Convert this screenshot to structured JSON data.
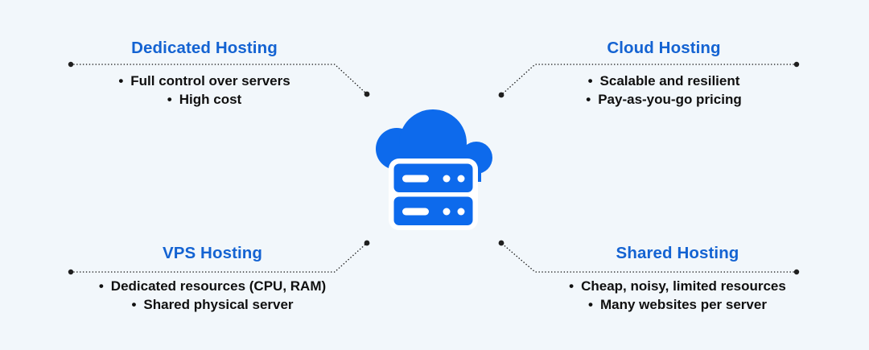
{
  "colors": {
    "background": "#f2f7fb",
    "accent": "#1463d2",
    "icon_blue": "#0d6aec",
    "text": "#101010",
    "connector": "#1f1f1f"
  },
  "center_icon": "cloud-server-icon",
  "quadrants": [
    {
      "id": "dedicated",
      "title": "Dedicated Hosting",
      "bullets": [
        "Full control over servers",
        "High cost"
      ]
    },
    {
      "id": "cloud",
      "title": "Cloud Hosting",
      "bullets": [
        "Scalable and resilient",
        "Pay-as-you-go pricing"
      ]
    },
    {
      "id": "vps",
      "title": "VPS Hosting",
      "bullets": [
        "Dedicated resources (CPU, RAM)",
        "Shared physical server"
      ]
    },
    {
      "id": "shared",
      "title": "Shared Hosting",
      "bullets": [
        "Cheap, noisy, limited resources",
        "Many websites per server"
      ]
    }
  ]
}
